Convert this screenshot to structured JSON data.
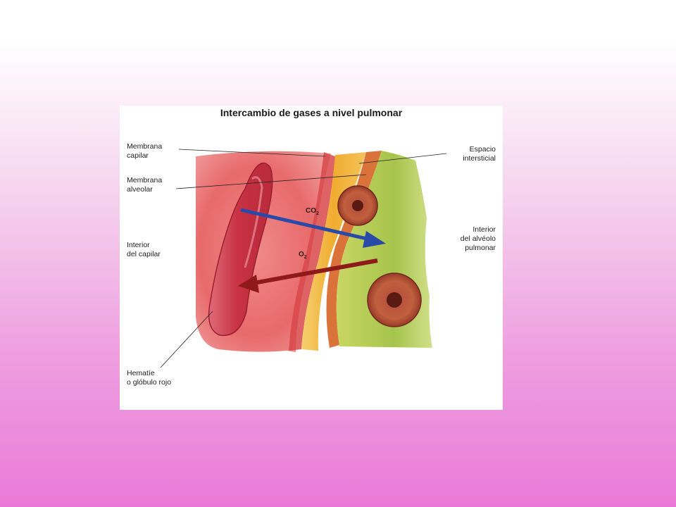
{
  "diagram": {
    "title": "Intercambio de gases a nivel pulmonar",
    "labels": {
      "membrana_capilar": "Membrana\ncapilar",
      "membrana_alveolar": "Membrana\nalveolar",
      "interior_capilar": "Interior\ndel capilar",
      "hematie": "Hematíe\no glóbulo rojo",
      "espacio_intersticial": "Espacio\nintersticial",
      "interior_alveolo": "Interior\ndel alvéolo\npulmonar"
    },
    "gases": {
      "co2_base": "CO",
      "co2_sub": "2",
      "o2_base": "O",
      "o2_sub": "2"
    },
    "colors": {
      "capillary": "#e66a6a",
      "red_cell": "#c8303e",
      "interstitial": "#f2b63a",
      "alveolus": "#a9c84e",
      "co2_arrow": "#2a4aa8",
      "o2_arrow": "#8e1a1a"
    }
  }
}
